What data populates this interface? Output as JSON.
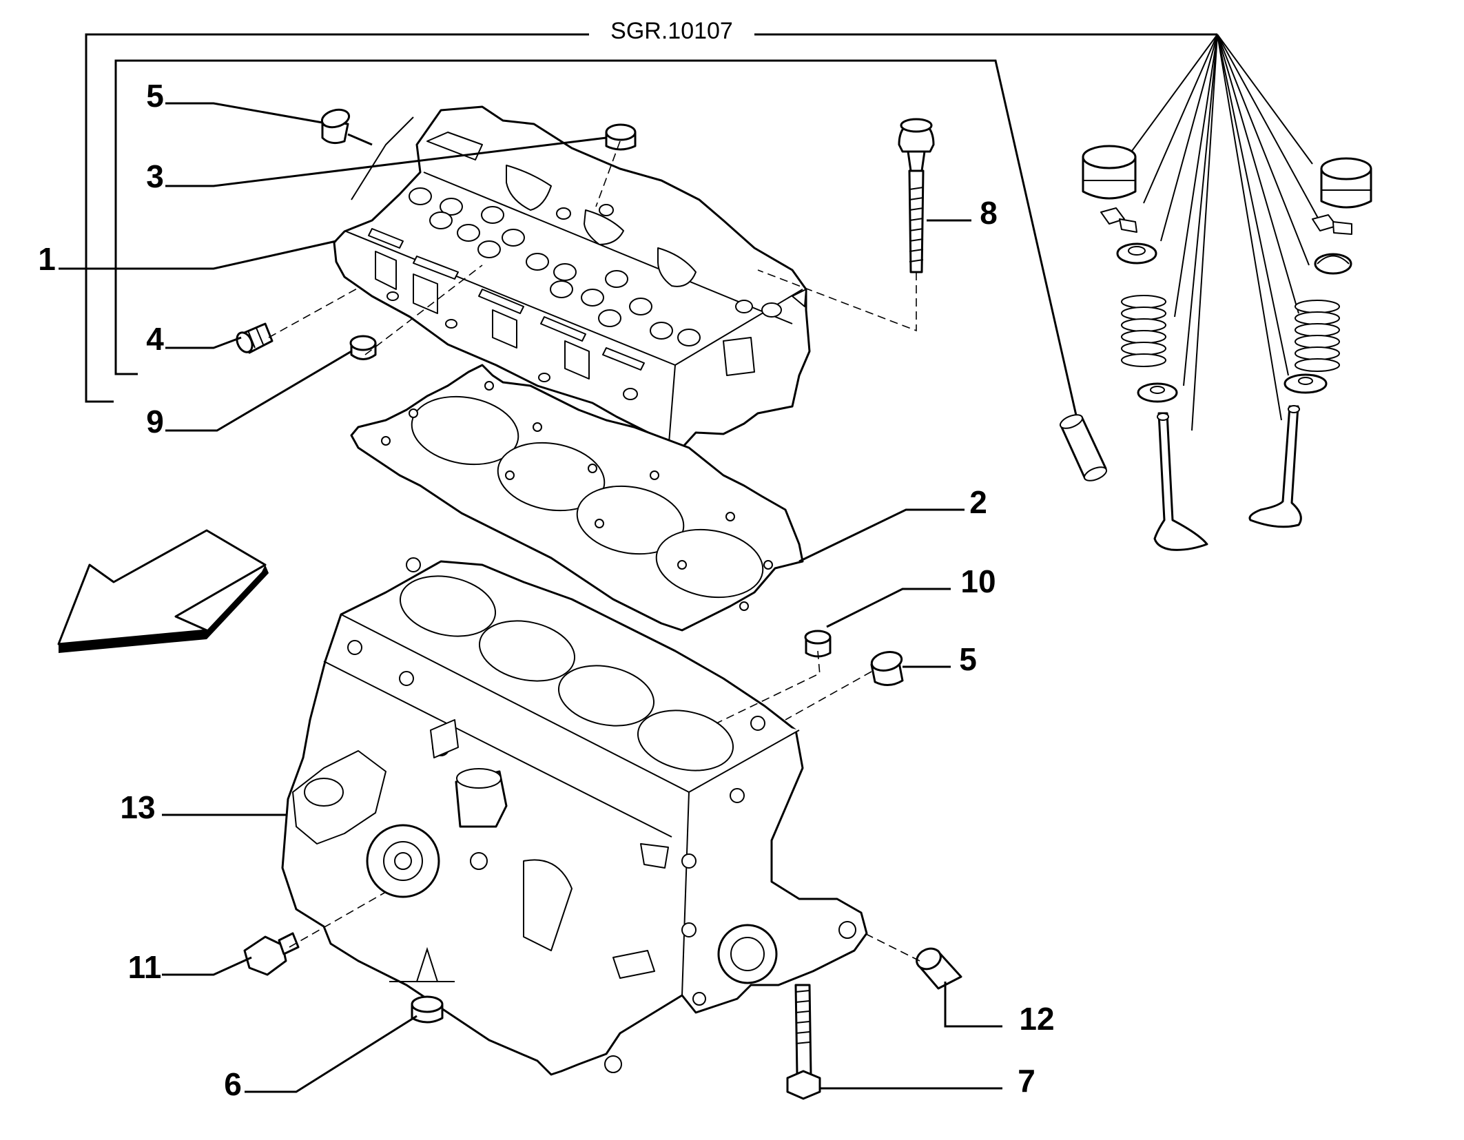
{
  "diagram": {
    "group_label": "SGR.10107",
    "callouts": [
      "5",
      "3",
      "1",
      "4",
      "9",
      "8",
      "2",
      "10",
      "5",
      "13",
      "11",
      "6",
      "7",
      "12"
    ]
  }
}
